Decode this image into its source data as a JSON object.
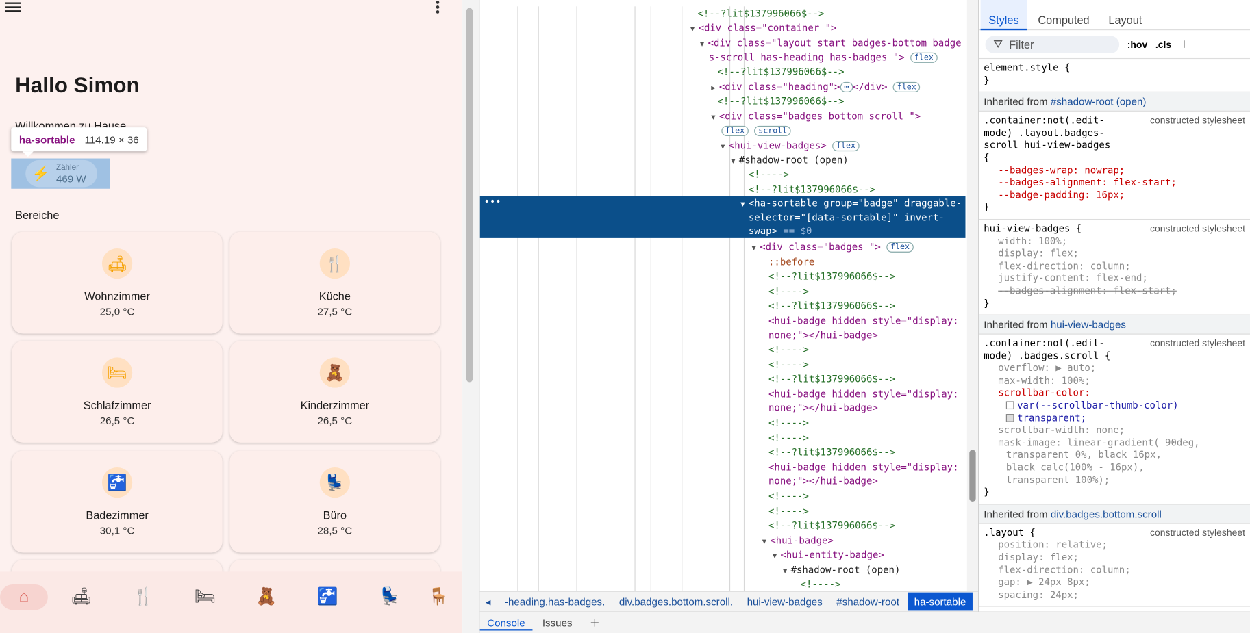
{
  "app": {
    "greeting": "Hallo Simon",
    "welcome": "Willkommen zu Hause",
    "tooltip": {
      "tag": "ha-sortable",
      "size": "114.19 × 36"
    },
    "badge": {
      "label": "Zähler",
      "value": "469 W",
      "icon": "power-tower-icon"
    },
    "section": "Bereiche",
    "areas": [
      {
        "name": "Wohnzimmer",
        "temp": "25,0 °C",
        "icon": "sofa-icon"
      },
      {
        "name": "Küche",
        "temp": "27,5 °C",
        "icon": "fork-knife-icon"
      },
      {
        "name": "Schlafzimmer",
        "temp": "26,5 °C",
        "icon": "bed-icon"
      },
      {
        "name": "Kinderzimmer",
        "temp": "26,5 °C",
        "icon": "teddy-bear-icon"
      },
      {
        "name": "Badezimmer",
        "temp": "30,1 °C",
        "icon": "faucet-icon"
      },
      {
        "name": "Büro",
        "temp": "28,5 °C",
        "icon": "desk-chair-icon"
      }
    ],
    "nav_icons": [
      "home-icon",
      "sofa-icon",
      "fork-knife-icon",
      "bed-icon",
      "teddy-bear-icon",
      "faucet-icon",
      "desk-chair-icon",
      "office-chair-icon"
    ]
  },
  "devtools": {
    "tabs": {
      "styles": "Styles",
      "computed": "Computed",
      "layout": "Layout"
    },
    "filter_placeholder": "Filter",
    "hov": ":hov",
    "cls": ".cls",
    "breadcrumbs": [
      "-heading.has-badges.",
      "div.badges.bottom.scroll.",
      "hui-view-badges",
      "#shadow-root",
      "ha-sortable"
    ],
    "drawer_tabs": [
      "Console",
      "Issues"
    ],
    "badge_flex": "flex",
    "badge_scroll": "scroll",
    "dom_lines": [
      "<!--?lit$137996066$-->",
      "<div class=\"container \">",
      "<div class=\"layout  start badges-bottom badge",
      "s-scroll has-heading has-badges \">",
      "<!--?lit$137996066$-->",
      "<div class=\"heading\">",
      "</div>",
      "<!--?lit$137996066$-->",
      "<div class=\"badges bottom scroll \">",
      "<hui-view-badges>",
      "#shadow-root (open)",
      "<!---->",
      "<!--?lit$137996066$-->",
      "<ha-sortable group=\"badge\" draggable-",
      "selector=\"[data-sortable]\" invert-",
      "swap>",
      "== $0",
      "<div class=\"badges   \">",
      "::before",
      "<!--?lit$137996066$-->",
      "<!---->",
      "<!--?lit$137996066$-->",
      "<hui-badge hidden style=\"display:",
      "none;\"></hui-badge>",
      "<!---->",
      "<!---->",
      "<!--?lit$137996066$-->",
      "<hui-badge hidden style=\"display:",
      "none;\"></hui-badge>",
      "<!---->",
      "<!---->",
      "<!--?lit$137996066$-->",
      "<hui-badge hidden style=\"display:",
      "none;\"></hui-badge>",
      "<!---->",
      "<!---->",
      "<!--?lit$137996066$-->",
      "<hui-badge>",
      "<hui-entity-badge>",
      "#shadow-root (open)",
      "<!---->"
    ],
    "styles": {
      "element_style": "element.style {",
      "close_brace": "}",
      "inherited_1": "Inherited from",
      "inherited_1_target": "#shadow-root (open)",
      "rule1_sel": ".container:not(.edit-mode) .layout.badges-scroll hui-view-badges {",
      "rule1_src": "constructed stylesheet",
      "rule1_decls": [
        "--badges-wrap: nowrap;",
        "--badges-alignment: flex-start;",
        "--badge-padding: 16px;"
      ],
      "rule2_sel": "hui-view-badges {",
      "rule2_decls": [
        "width: 100%;",
        "display: flex;",
        "flex-direction: column;",
        "justify-content: flex-end;",
        "--badges-alignment: flex-start;"
      ],
      "inherited_2_target": "hui-view-badges",
      "rule3_sel": ".container:not(.edit-mode) .badges.scroll {",
      "rule3_decls": [
        "overflow: ▶ auto;",
        "max-width: 100%;",
        "scrollbar-color:",
        "var(--scrollbar-thumb-color)",
        "transparent;",
        "scrollbar-width: none;",
        "mask-image: linear-gradient( 90deg,",
        "transparent 0%,  black 16px,",
        "black calc(100% - 16px),",
        "transparent 100%);"
      ],
      "inherited_3_target": "div.badges.bottom.scroll",
      "rule4_sel": ".layout {",
      "rule4_decls": [
        "position: relative;",
        "display: flex;",
        "flex-direction: column;",
        "gap: ▶ 24px 8px;",
        "spacing: 24px;"
      ]
    }
  }
}
